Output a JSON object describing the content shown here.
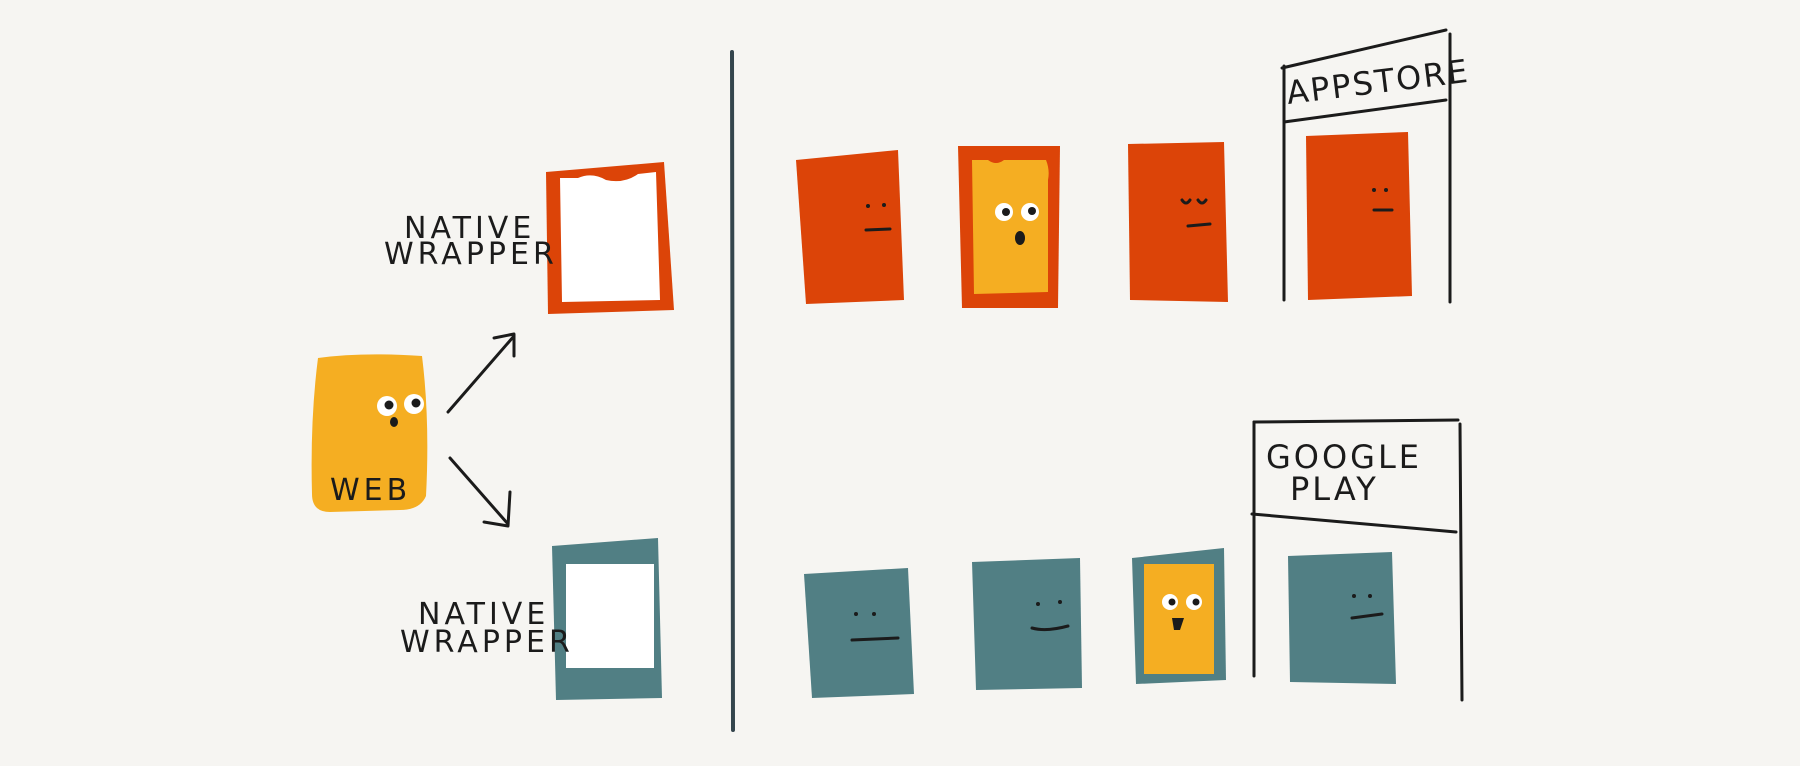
{
  "colors": {
    "background": "#f6f5f2",
    "web_yellow": "#f5ae22",
    "ios_orange": "#dc4408",
    "android_teal": "#517f84",
    "ink": "#1b1b1b",
    "divider": "#34454d"
  },
  "left": {
    "web_label": "WEB",
    "wrapper_top": {
      "line1": "NATIVE",
      "line2": "WRAPPER"
    },
    "wrapper_bottom": {
      "line1": "NATIVE",
      "line2": "WRAPPER"
    }
  },
  "stores": {
    "apple": {
      "label": "APPSTORE"
    },
    "google": {
      "line1": "GOOGLE",
      "line2": "PLAY"
    }
  },
  "rows": {
    "top": {
      "apps": [
        "app",
        "web-app",
        "app",
        "app-in-store"
      ]
    },
    "bottom": {
      "apps": [
        "app",
        "app",
        "web-app",
        "app-in-store"
      ]
    }
  }
}
